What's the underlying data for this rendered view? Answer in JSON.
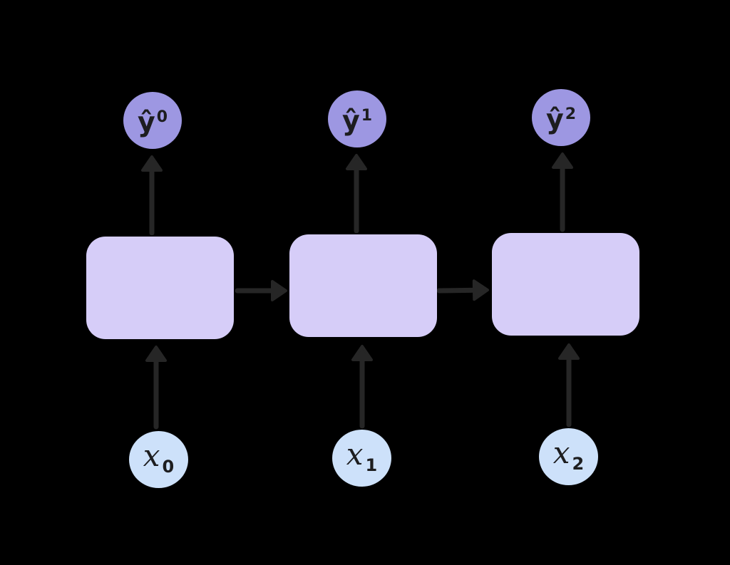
{
  "colors": {
    "background": "#000000",
    "output_circle_fill": "#9d97e2",
    "hidden_rect_fill": "#d6cdf8",
    "input_circle_fill": "#cde1fa",
    "arrow": "#262626",
    "label_text": "#1d1d1f"
  },
  "nodes": {
    "outputs": [
      {
        "id": "y0",
        "base": "ŷ",
        "sup": "0"
      },
      {
        "id": "y1",
        "base": "ŷ",
        "sup": "1"
      },
      {
        "id": "y2",
        "base": "ŷ",
        "sup": "2"
      }
    ],
    "hidden": [
      {
        "id": "h0"
      },
      {
        "id": "h1"
      },
      {
        "id": "h2"
      }
    ],
    "inputs": [
      {
        "id": "x0",
        "base": "x",
        "sub": "0"
      },
      {
        "id": "x1",
        "base": "x",
        "sub": "1"
      },
      {
        "id": "x2",
        "base": "x",
        "sub": "2"
      }
    ]
  },
  "edges": [
    {
      "from": "h0",
      "to": "y0"
    },
    {
      "from": "h1",
      "to": "y1"
    },
    {
      "from": "h2",
      "to": "y2"
    },
    {
      "from": "x0",
      "to": "h0"
    },
    {
      "from": "x1",
      "to": "h1"
    },
    {
      "from": "x2",
      "to": "h2"
    },
    {
      "from": "h0",
      "to": "h1"
    },
    {
      "from": "h1",
      "to": "h2"
    }
  ]
}
